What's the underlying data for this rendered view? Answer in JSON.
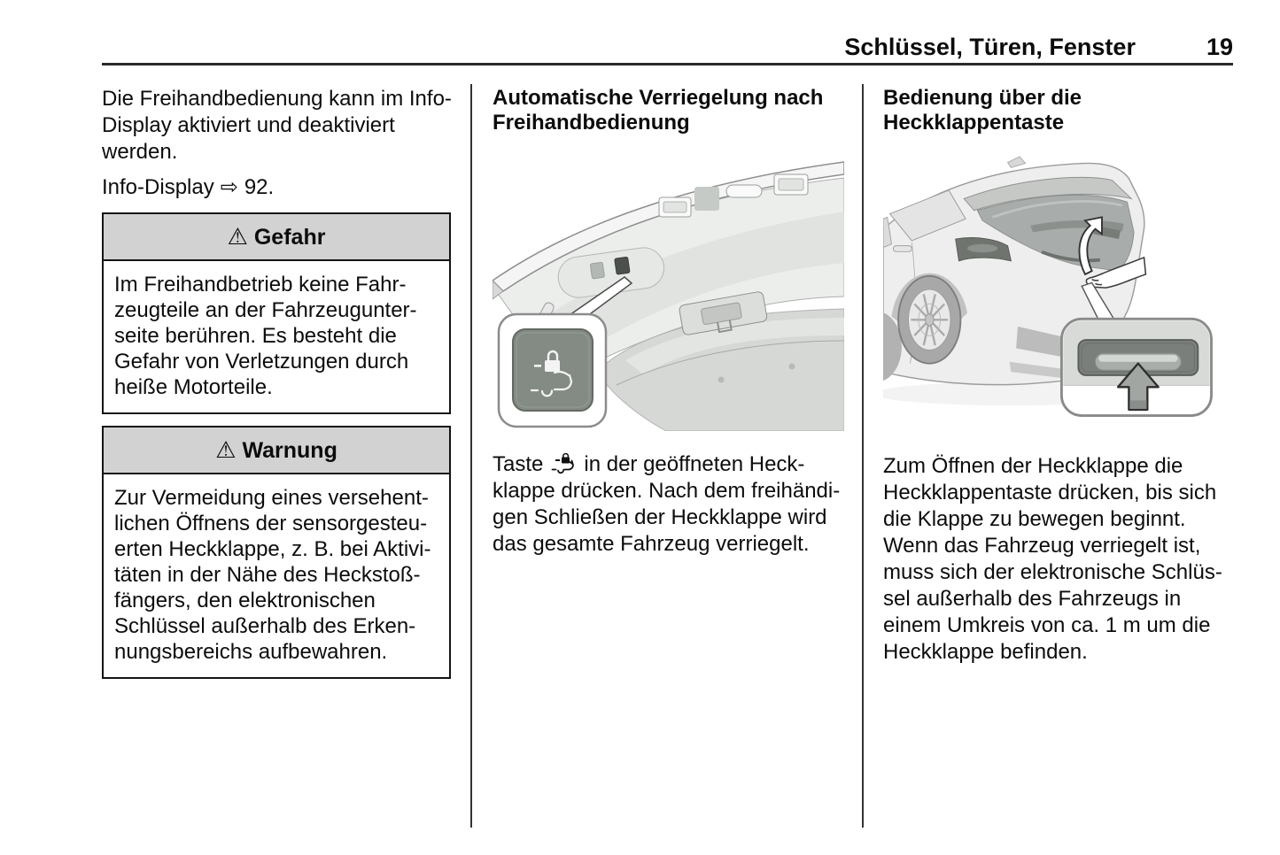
{
  "header": {
    "title": "Schlüssel, Türen, Fenster",
    "page_number": "19"
  },
  "icons": {
    "warning_triangle": "⚠",
    "reference_arrow": "⇨"
  },
  "left_column": {
    "intro_lines": [
      "Die Freihandbedienung kann im Info-",
      "Display aktiviert und deaktiviert",
      "werden."
    ],
    "reference": {
      "label": "Info-Display",
      "arrow": "⇨",
      "page": "92."
    },
    "danger_box": {
      "title": "Gefahr",
      "body_lines": [
        "Im Freihandbetrieb keine Fahr-",
        "zeugteile an der Fahrzeugunter-",
        "seite berühren. Es besteht die",
        "Gefahr von Verletzungen durch",
        "heiße Motorteile."
      ]
    },
    "warning_box": {
      "title": "Warnung",
      "body_lines": [
        "Zur Vermeidung eines versehent-",
        "lichen Öffnens der sensorgesteu-",
        "erten Heckklappe, z. B. bei Aktivi-",
        "täten in der Nähe des Heckstoß-",
        "fängers, den elektronischen",
        "Schlüssel außerhalb des Erken-",
        "nungsbereichs aufbewahren."
      ]
    }
  },
  "middle_column": {
    "heading_lines": [
      "Automatische Verriegelung nach",
      "Freihandbedienung"
    ],
    "body": {
      "before_icon": "Taste",
      "after_icon_lines": [
        "in der geöffneten Heck-",
        "klappe drücken. Nach dem freihändi-",
        "gen Schließen der Heckklappe wird",
        "das gesamte Fahrzeug verriegelt."
      ]
    }
  },
  "right_column": {
    "heading_lines": [
      "Bedienung über die",
      "Heckklappentaste"
    ],
    "body_lines": [
      "Zum Öffnen der Heckklappe die",
      "Heckklappentaste drücken, bis sich",
      "die Klappe zu bewegen beginnt.",
      "Wenn das Fahrzeug verriegelt ist,",
      "muss sich der elektronische Schlüs-",
      "sel außerhalb des Fahrzeugs in",
      "einem Umkreis von ca. 1 m um die",
      "Heckklappe befinden."
    ]
  }
}
